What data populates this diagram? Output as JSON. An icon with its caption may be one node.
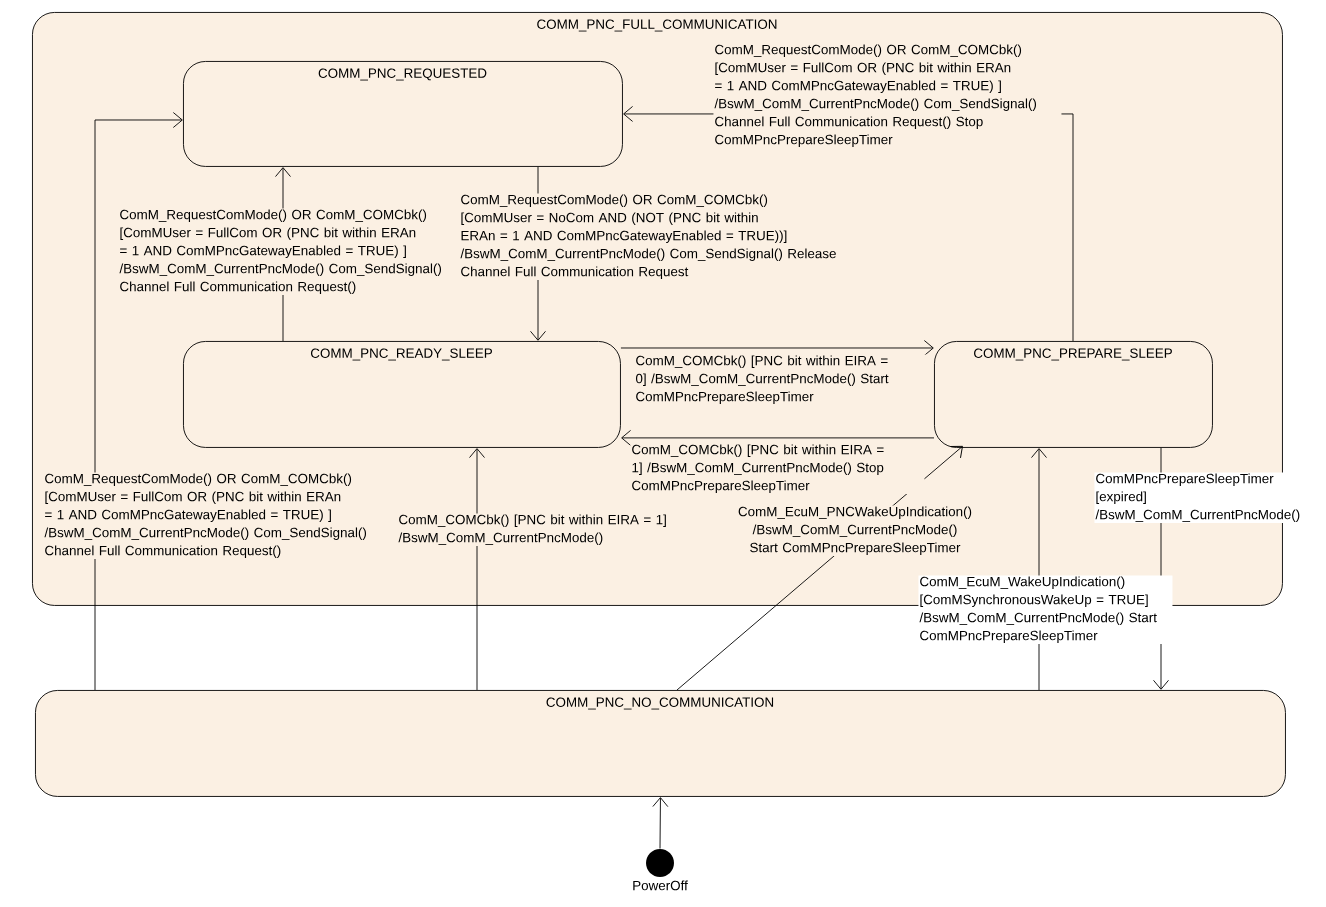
{
  "diagram": {
    "nodes": [
      {
        "text": [
          "COMM_PNC_FULL_COMMUNICATION"
        ]
      },
      {
        "text": [
          "COMM_PNC_REQUESTED"
        ],
        "in": 0
      },
      {
        "text": [
          "COMM_PNC_READY_SLEEP"
        ],
        "in": 0
      },
      {
        "text": [
          "COMM_PNC_PREPARE_SLEEP"
        ],
        "in": 0
      },
      {
        "text": [
          "COMM_PNC_NO_COMMUNICATION"
        ]
      },
      {
        "text": [],
        "shape": "circle",
        "beside": [
          "PowerOff"
        ]
      }
    ],
    "edges": [
      {
        "from": 3,
        "to": 1,
        "arrow": "to",
        "label": "ComM_RequestComMode() OR ComM_COMCbk() [ComMUser = FullCom OR (PNC bit within ERAn = 1 AND ComMPncGatewayEnabled = TRUE) ] /BswM_ComM_CurrentPncMode() Com_SendSignal() Channel Full Communication Request() Stop ComMPncPrepareSleepTimer"
      },
      {
        "from": 2,
        "to": 1,
        "arrow": "to",
        "label": "ComM_RequestComMode() OR ComM_COMCbk() [ComMUser = FullCom OR (PNC bit within ERAn = 1 AND ComMPncGatewayEnabled = TRUE) ] /BswM_ComM_CurrentPncMode() Com_SendSignal() Channel Full Communication Request()"
      },
      {
        "from": 1,
        "to": 2,
        "arrow": "to",
        "label": "ComM_RequestComMode() OR ComM_COMCbk() [ComMUser = NoCom AND (NOT (PNC bit within ERAn = 1 AND ComMPncGatewayEnabled = TRUE))] /BswM_ComM_CurrentPncMode() Com_SendSignal() Release Channel Full Communication Request"
      },
      {
        "from": 2,
        "to": 3,
        "arrow": "to",
        "label": "ComM_COMCbk() [PNC bit within EIRA = 0] /BswM_ComM_CurrentPncMode() Start ComMPncPrepareSleepTimer"
      },
      {
        "from": 3,
        "to": 2,
        "arrow": "to",
        "label": "ComM_COMCbk() [PNC bit within EIRA = 1] /BswM_ComM_CurrentPncMode() Stop ComMPncPrepareSleepTimer"
      },
      {
        "from": 4,
        "to": 1,
        "arrow": "to",
        "label": "ComM_RequestComMode() OR ComM_COMCbk() [ComMUser = FullCom OR (PNC bit within ERAn = 1 AND ComMPncGatewayEnabled = TRUE) ] /BswM_ComM_CurrentPncMode() Com_SendSignal() Channel Full Communication Request()"
      },
      {
        "from": 4,
        "to": 2,
        "arrow": "to",
        "label": "ComM_COMCbk() [PNC bit within EIRA = 1] /BswM_ComM_CurrentPncMode()"
      },
      {
        "from": 4,
        "to": 3,
        "arrow": "to",
        "label": "ComM_EcuM_PNCWakeUpIndication() /BswM_ComM_CurrentPncMode() Start ComMPncPrepareSleepTimer"
      },
      {
        "from": 4,
        "to": 3,
        "arrow": "to",
        "label": "ComM_EcuM_WakeUpIndication() [ComMSynchronousWakeUp = TRUE] /BswM_ComM_CurrentPncMode() Start ComMPncPrepareSleepTimer"
      },
      {
        "from": 3,
        "to": 4,
        "arrow": "to",
        "label": "ComMPncPrepareSleepTimer [expired] /BswM_ComM_CurrentPncMode()"
      },
      {
        "from": 5,
        "to": 4,
        "arrow": "to"
      }
    ]
  }
}
